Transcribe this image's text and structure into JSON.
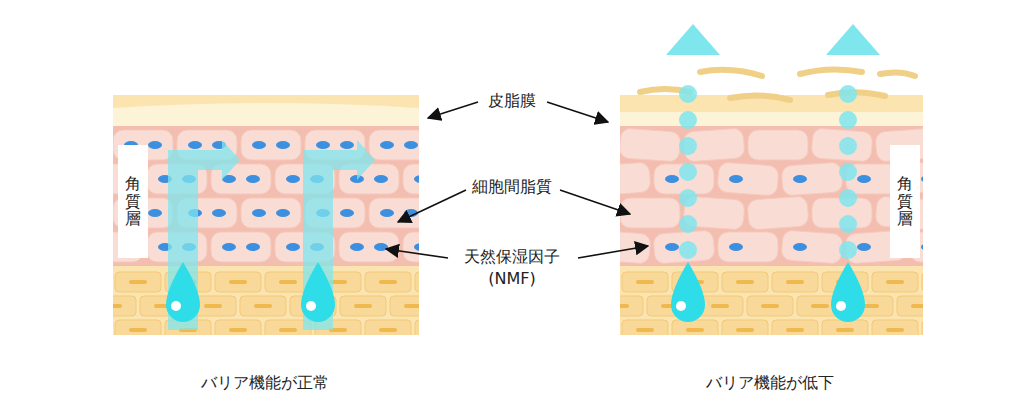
{
  "diagram": {
    "nodes": [
      {
        "text": [
          "角質層"
        ]
      },
      {
        "text": [
          "角質層"
        ]
      }
    ],
    "labels": [
      "皮脂膜",
      "細胞間脂質",
      "天然保湿因子 (NMF)",
      "バリア機能が正常",
      "バリア機能が低下"
    ]
  }
}
